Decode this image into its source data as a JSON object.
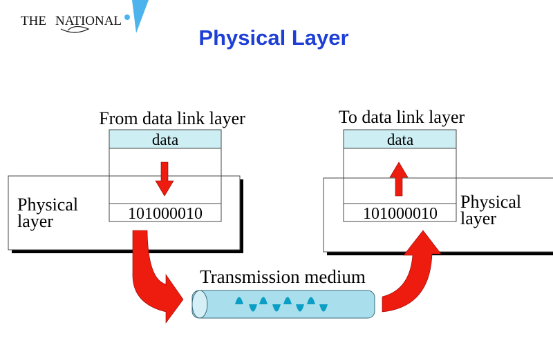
{
  "logo": {
    "text_the": "THE",
    "text_national": "NATIONAL",
    "accent": "#4db3ec"
  },
  "title": "Physical Layer",
  "colors": {
    "title": "#1e3fd6",
    "arrow": "#ee1c0e",
    "data_fill": "#cdeef3",
    "tube": "#a9dfec",
    "wave": "#0b9ec4"
  },
  "sender": {
    "caption": "From data link layer",
    "data_label": "data",
    "bits": "101000010",
    "layer_line1": "Physical",
    "layer_line2": "layer"
  },
  "receiver": {
    "caption": "To data link layer",
    "data_label": "data",
    "bits": "101000010",
    "layer_line1": "Physical",
    "layer_line2": "layer"
  },
  "medium": {
    "label": "Transmission medium"
  }
}
